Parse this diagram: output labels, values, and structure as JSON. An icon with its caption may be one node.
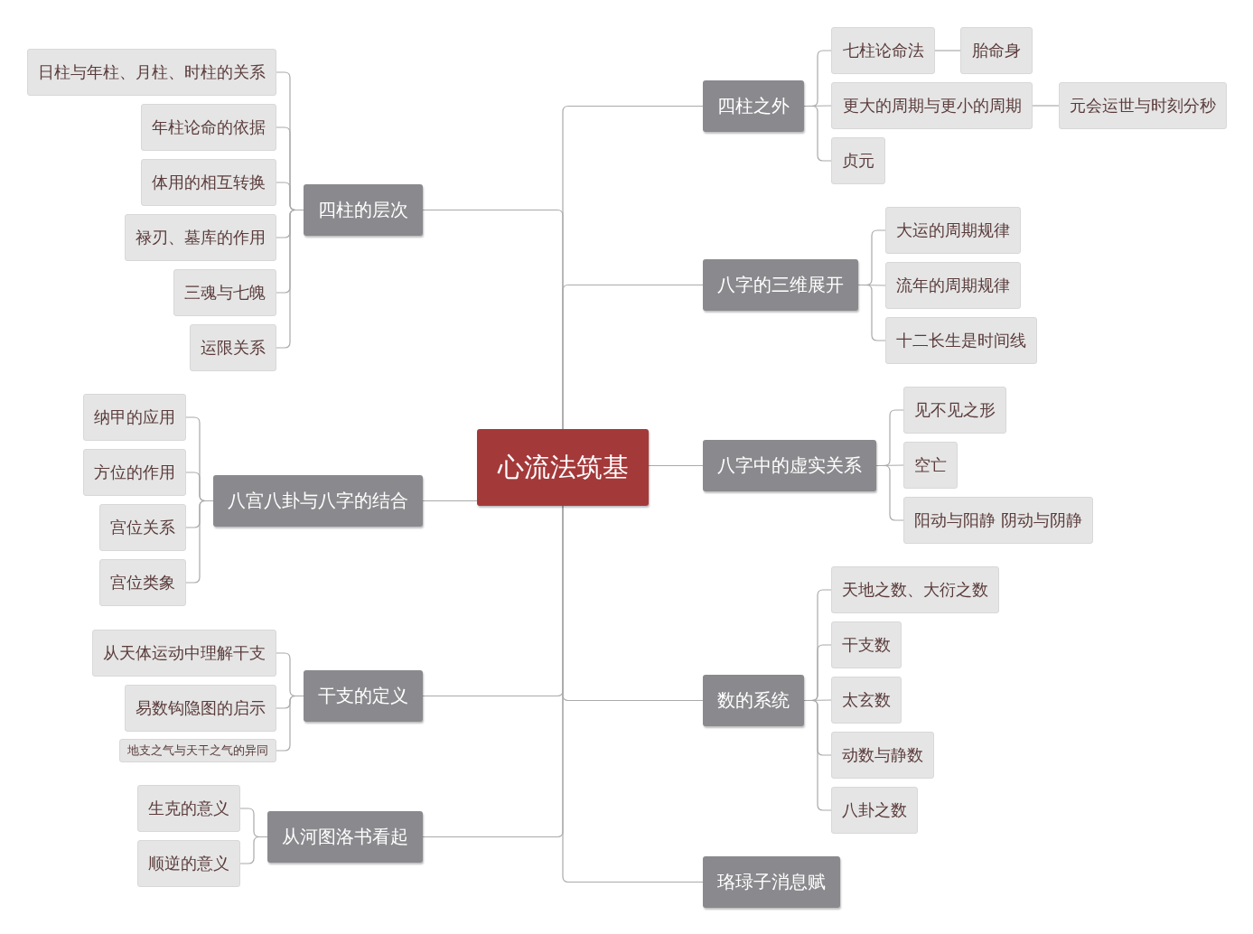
{
  "diagram": {
    "nodes": [
      {
        "text": [
          "心流法筑基"
        ]
      },
      {
        "text": [
          "四柱之外"
        ]
      },
      {
        "text": [
          "七柱论命法"
        ]
      },
      {
        "text": [
          "胎命身"
        ]
      },
      {
        "text": [
          "更大的周期与更小的周期"
        ]
      },
      {
        "text": [
          "元会运世与时刻分秒"
        ]
      },
      {
        "text": [
          "贞元"
        ]
      },
      {
        "text": [
          "八字的三维展开"
        ]
      },
      {
        "text": [
          "大运的周期规律"
        ]
      },
      {
        "text": [
          "流年的周期规律"
        ]
      },
      {
        "text": [
          "十二长生是时间线"
        ]
      },
      {
        "text": [
          "八字中的虚实关系"
        ]
      },
      {
        "text": [
          "见不见之形"
        ]
      },
      {
        "text": [
          "空亡"
        ]
      },
      {
        "text": [
          "阳动与阳静 阴动与阴静"
        ]
      },
      {
        "text": [
          "数的系统"
        ]
      },
      {
        "text": [
          "天地之数、大衍之数"
        ]
      },
      {
        "text": [
          "干支数"
        ]
      },
      {
        "text": [
          "太玄数"
        ]
      },
      {
        "text": [
          "动数与静数"
        ]
      },
      {
        "text": [
          "八卦之数"
        ]
      },
      {
        "text": [
          "珞琭子消息赋"
        ]
      },
      {
        "text": [
          "四柱的层次"
        ]
      },
      {
        "text": [
          "日柱与年柱、月柱、时柱的关系"
        ]
      },
      {
        "text": [
          "年柱论命的依据"
        ]
      },
      {
        "text": [
          "体用的相互转换"
        ]
      },
      {
        "text": [
          "禄刃、墓库的作用"
        ]
      },
      {
        "text": [
          "三魂与七魄"
        ]
      },
      {
        "text": [
          "运限关系"
        ]
      },
      {
        "text": [
          "八宫八卦与八字的结合"
        ]
      },
      {
        "text": [
          "纳甲的应用"
        ]
      },
      {
        "text": [
          "方位的作用"
        ]
      },
      {
        "text": [
          "宫位关系"
        ]
      },
      {
        "text": [
          "宫位类象"
        ]
      },
      {
        "text": [
          "干支的定义"
        ]
      },
      {
        "text": [
          "从天体运动中理解干支"
        ]
      },
      {
        "text": [
          "易数钩隐图的启示"
        ]
      },
      {
        "text": [
          "地支之气与天干之气的异同"
        ]
      },
      {
        "text": [
          "从河图洛书看起"
        ]
      },
      {
        "text": [
          "生克的意义"
        ]
      },
      {
        "text": [
          "顺逆的意义"
        ]
      }
    ],
    "edges": [
      {
        "from": 0,
        "to": 1,
        "arrow": "none"
      },
      {
        "from": 1,
        "to": 2,
        "arrow": "none"
      },
      {
        "from": 2,
        "to": 3,
        "arrow": "none"
      },
      {
        "from": 1,
        "to": 4,
        "arrow": "none"
      },
      {
        "from": 4,
        "to": 5,
        "arrow": "none"
      },
      {
        "from": 1,
        "to": 6,
        "arrow": "none"
      },
      {
        "from": 0,
        "to": 7,
        "arrow": "none"
      },
      {
        "from": 7,
        "to": 8,
        "arrow": "none"
      },
      {
        "from": 7,
        "to": 9,
        "arrow": "none"
      },
      {
        "from": 7,
        "to": 10,
        "arrow": "none"
      },
      {
        "from": 0,
        "to": 11,
        "arrow": "none"
      },
      {
        "from": 11,
        "to": 12,
        "arrow": "none"
      },
      {
        "from": 11,
        "to": 13,
        "arrow": "none"
      },
      {
        "from": 11,
        "to": 14,
        "arrow": "none"
      },
      {
        "from": 0,
        "to": 15,
        "arrow": "none"
      },
      {
        "from": 15,
        "to": 16,
        "arrow": "none"
      },
      {
        "from": 15,
        "to": 17,
        "arrow": "none"
      },
      {
        "from": 15,
        "to": 18,
        "arrow": "none"
      },
      {
        "from": 15,
        "to": 19,
        "arrow": "none"
      },
      {
        "from": 15,
        "to": 20,
        "arrow": "none"
      },
      {
        "from": 0,
        "to": 21,
        "arrow": "none"
      },
      {
        "from": 0,
        "to": 22,
        "arrow": "none"
      },
      {
        "from": 22,
        "to": 23,
        "arrow": "none"
      },
      {
        "from": 22,
        "to": 24,
        "arrow": "none"
      },
      {
        "from": 22,
        "to": 25,
        "arrow": "none"
      },
      {
        "from": 22,
        "to": 26,
        "arrow": "none"
      },
      {
        "from": 22,
        "to": 27,
        "arrow": "none"
      },
      {
        "from": 22,
        "to": 28,
        "arrow": "none"
      },
      {
        "from": 0,
        "to": 29,
        "arrow": "none"
      },
      {
        "from": 29,
        "to": 30,
        "arrow": "none"
      },
      {
        "from": 29,
        "to": 31,
        "arrow": "none"
      },
      {
        "from": 29,
        "to": 32,
        "arrow": "none"
      },
      {
        "from": 29,
        "to": 33,
        "arrow": "none"
      },
      {
        "from": 0,
        "to": 34,
        "arrow": "none"
      },
      {
        "from": 34,
        "to": 35,
        "arrow": "none"
      },
      {
        "from": 34,
        "to": 36,
        "arrow": "none"
      },
      {
        "from": 34,
        "to": 37,
        "arrow": "none"
      },
      {
        "from": 0,
        "to": 38,
        "arrow": "none"
      },
      {
        "from": 38,
        "to": 39,
        "arrow": "none"
      },
      {
        "from": 38,
        "to": 40,
        "arrow": "none"
      }
    ]
  }
}
